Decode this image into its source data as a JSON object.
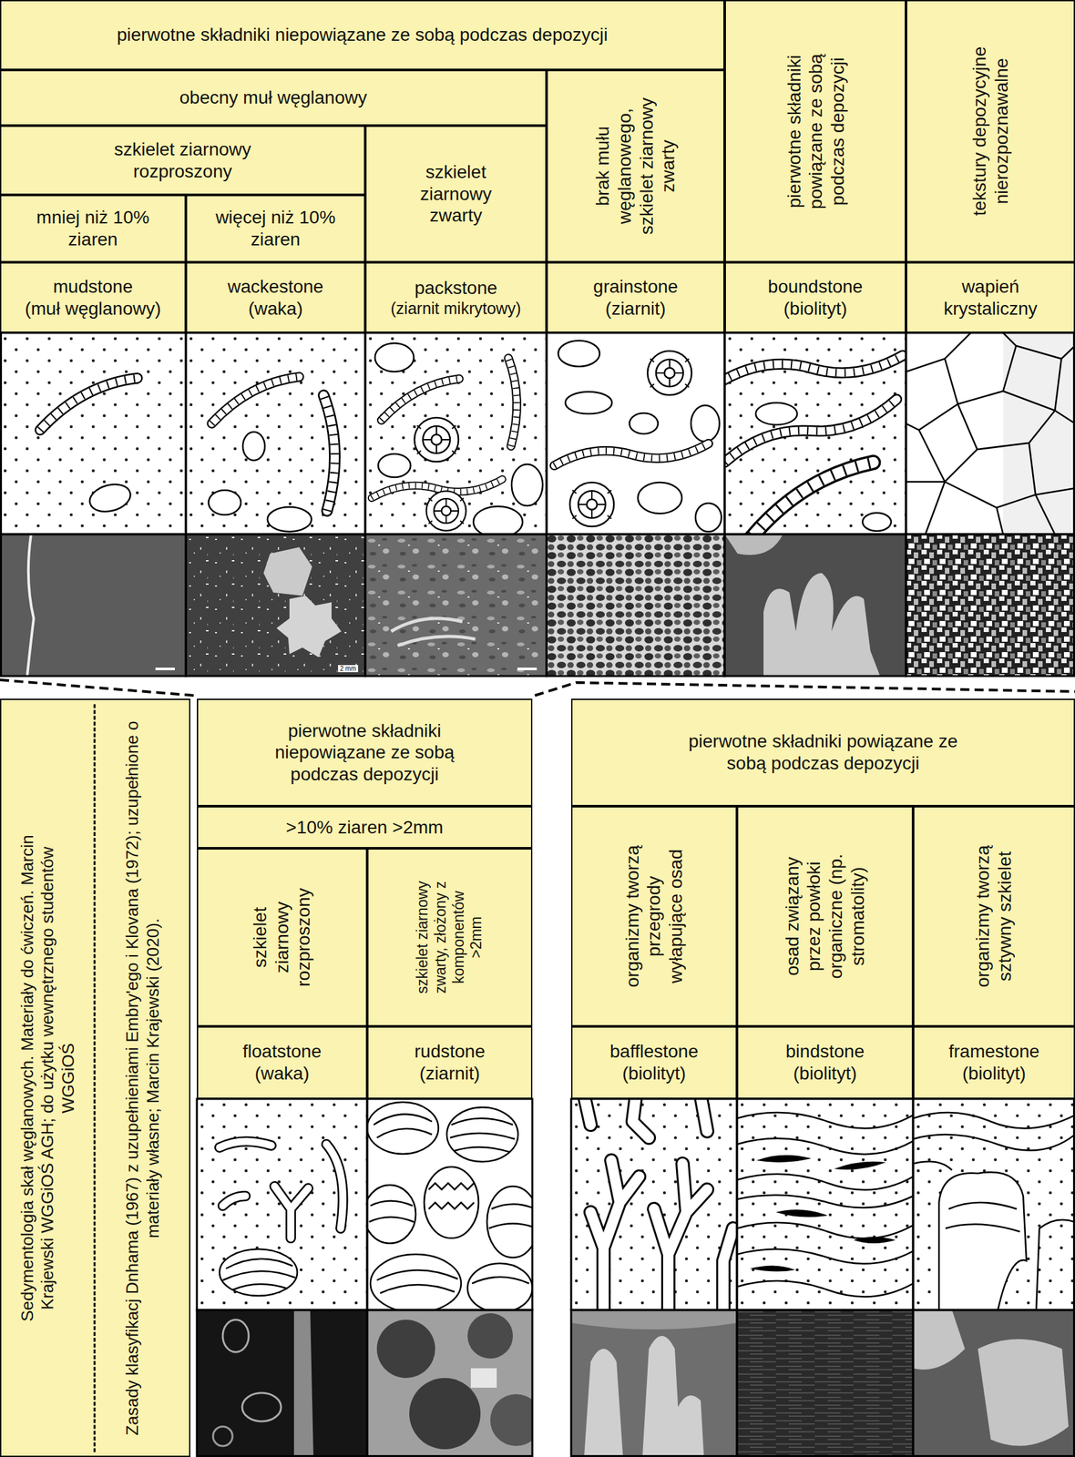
{
  "diagram": {
    "nodes": [
      {
        "text": [
          "pierwotne składniki niepowiązane ze sobą podczas depozycji"
        ]
      },
      {
        "text": [
          "pierwotne składniki powiązane ze sobą podczas depozycji"
        ]
      },
      {
        "text": [
          "tekstury depozycyjne nierozpoznawalne"
        ]
      },
      {
        "text": [
          "obecny muł węglanowy"
        ]
      },
      {
        "text": [
          "brak mułu węglanowego, szkielet ziarnowy zwarty"
        ]
      },
      {
        "text": [
          "szkielet ziarnowy rozproszony"
        ]
      },
      {
        "text": [
          "szkielet ziarnowy zwarty"
        ]
      },
      {
        "text": [
          "mniej niż 10% ziaren"
        ]
      },
      {
        "text": [
          "więcej niż 10% ziaren"
        ]
      },
      {
        "text": [
          "mudstone",
          "(muł węglanowy)"
        ]
      },
      {
        "text": [
          "wackestone",
          "(waka)"
        ]
      },
      {
        "text": [
          "packstone",
          "(ziarnit mikrytowy)"
        ]
      },
      {
        "text": [
          "grainstone",
          "(ziarnit)"
        ]
      },
      {
        "text": [
          "boundstone",
          "(biolityt)"
        ]
      },
      {
        "text": [
          "wapień krystaliczny"
        ]
      },
      {
        "text": [
          "Sedymentologia skał węglanowych. Materiały do ćwiczeń. Marcin Krajewski WGGiOŚ AGH; do użytku wewnętrznego studentów WGGiOŚ",
          "Zasady klasyfikacj Dnhama (1967) z uzupełnieniami Embry'ego i Klovana (1972); uzupełnione o materiały własne; Marcin Krajewski (2020)."
        ]
      },
      {
        "text": [
          "pierwotne składniki niepowiązane ze sobą podczas depozycji"
        ]
      },
      {
        "text": [
          ">10% ziaren >2mm"
        ]
      },
      {
        "text": [
          "szkielet ziarnowy rozproszony"
        ]
      },
      {
        "text": [
          "szkielet ziarnowy zwarty, złożony z komponentów >2mm"
        ]
      },
      {
        "text": [
          "floatstone",
          "(waka)"
        ]
      },
      {
        "text": [
          "rudstone",
          "(ziarnit)"
        ]
      },
      {
        "text": [
          "pierwotne składniki powiązane ze sobą podczas depozycji"
        ]
      },
      {
        "text": [
          "organizmy tworzą przegrody wyłapujące osad"
        ]
      },
      {
        "text": [
          "osad związany przez powłoki organiczne (np. stromatolity)"
        ]
      },
      {
        "text": [
          "organizmy tworzą sztywny szkielet"
        ]
      },
      {
        "text": [
          "bafflestone",
          "(biolityt)"
        ]
      },
      {
        "text": [
          "bindstone",
          "(biolityt)"
        ]
      },
      {
        "text": [
          "framestone",
          "(biolityt)"
        ]
      }
    ],
    "labels": [
      "2 mm"
    ]
  }
}
